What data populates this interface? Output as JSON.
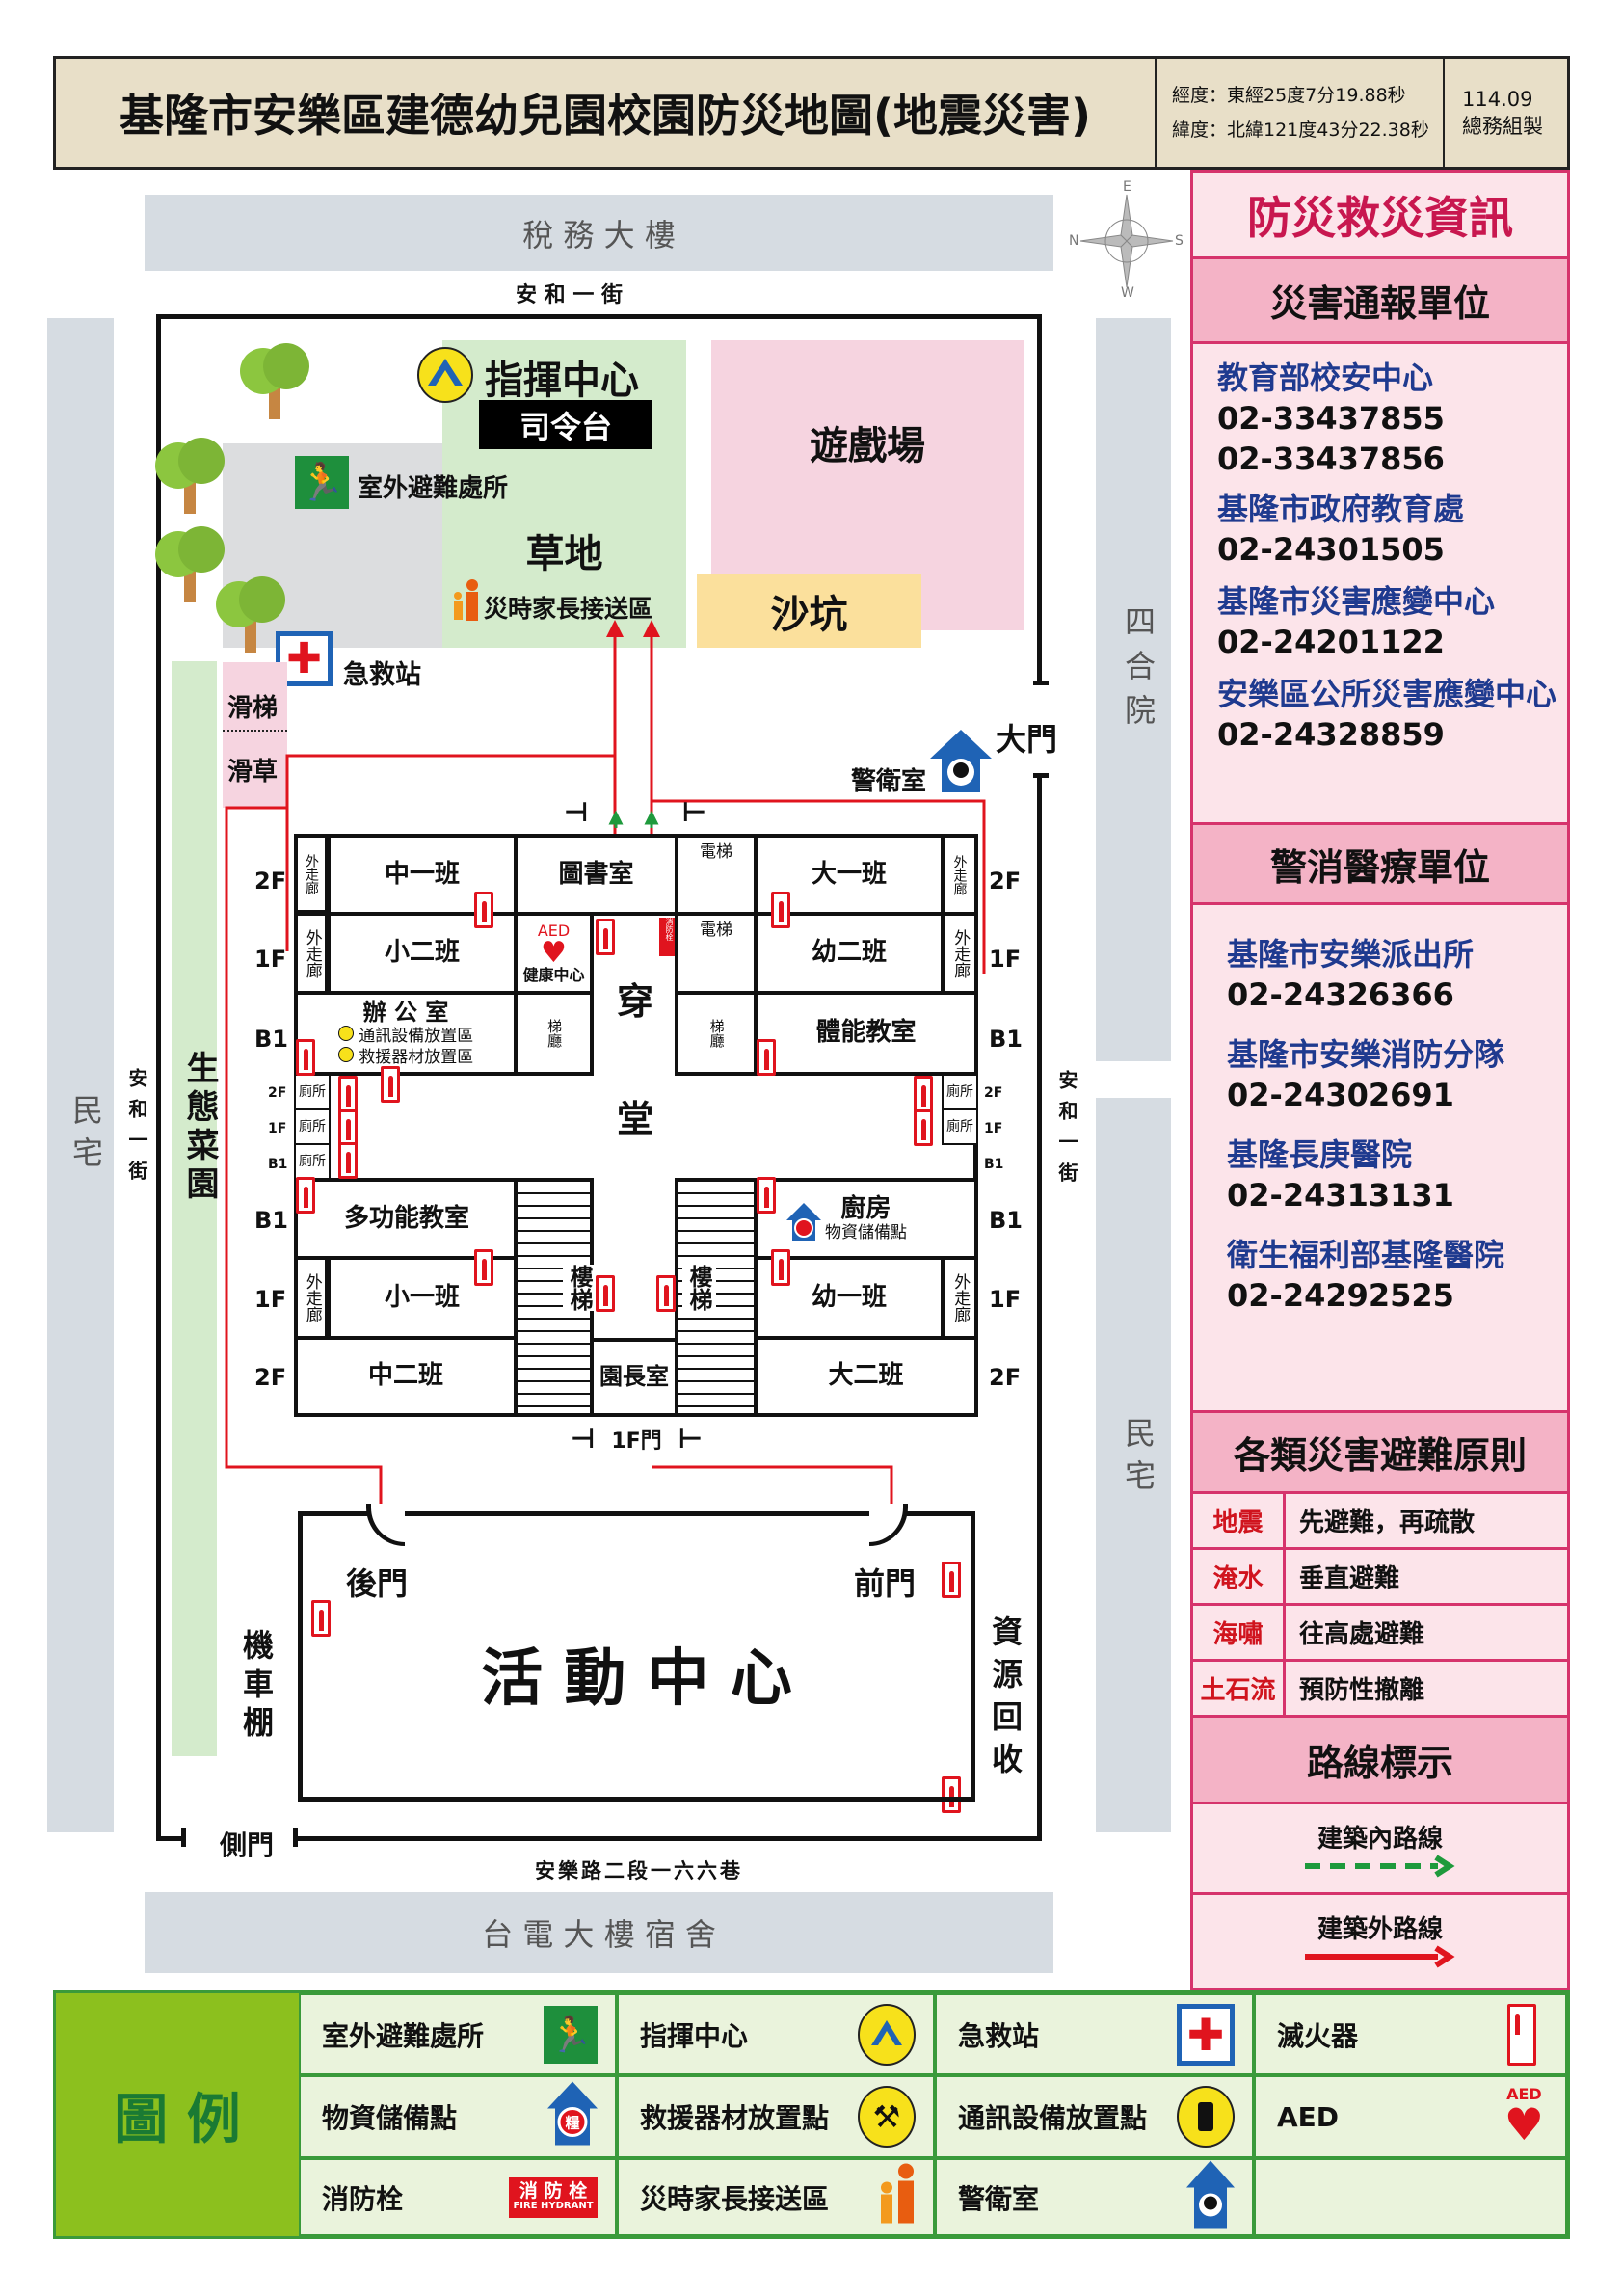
{
  "header": {
    "title": "基隆市安樂區建德幼兒園校園防災地圖(地震災害)",
    "longitude": "經度：東經25度7分19.88秒",
    "latitude": "緯度：北緯121度43分22.38秒",
    "date": "114.09",
    "maker": "總務組製"
  },
  "map": {
    "compass": {
      "n": "N",
      "e": "E",
      "s": "S",
      "w": "W"
    },
    "surroundings": {
      "top_building": "稅 務 大 樓",
      "top_street": "安 和 一 街",
      "left_residence": "民宅",
      "left_street": "安和一街",
      "right_courtyard": "四合院",
      "right_street": "安和一街",
      "right_residence": "民宅",
      "bottom_building": "台 電 大 樓 宿 舍",
      "bottom_street": "安樂路二段一六六巷"
    },
    "outdoor": {
      "command_center": "指揮中心",
      "command_icon_text": "指揮中心",
      "stage": "司令台",
      "outdoor_shelter": "室外避難處所",
      "lawn": "草地",
      "pickup_area": "災時家長接送區",
      "playground": "遊戲場",
      "sandpit": "沙坑",
      "first_aid": "急救站",
      "slide": "滑梯",
      "grass_slide": "滑草",
      "garden": "生態菜園",
      "main_gate": "大門",
      "guard_room": "警衛室",
      "side_gate": "側門",
      "gate_1f": "1F門",
      "motorcycle_shed": "機車棚",
      "recycling": "資源回收"
    },
    "building": {
      "rooms": {
        "mid1": "中一班",
        "library": "圖書室",
        "elevator": "電梯",
        "big1": "大一班",
        "small2": "小二班",
        "aed_label": "AED",
        "health": "健康中心",
        "young2": "幼二班",
        "office": "辦 公 室",
        "comm_area": "通訊設備放置區",
        "rescue_area": "救援器材放置區",
        "stair_hall": "梯廳",
        "gym": "體能教室",
        "toilet": "廁所",
        "multi": "多功能教室",
        "kitchen": "廚房",
        "supply": "物資儲備點",
        "small1": "小一班",
        "young1": "幼一班",
        "mid2": "中二班",
        "principal": "園長室",
        "big2": "大二班",
        "stairs": "樓梯",
        "corridor": "外走廊",
        "hall_1": "穿",
        "hall_2": "堂",
        "hydrant": "消防栓"
      },
      "floors_left": [
        "2F",
        "1F",
        "B1",
        "2F",
        "1F",
        "B1",
        "B1",
        "1F",
        "2F"
      ],
      "floors_right": [
        "2F",
        "1F",
        "B1",
        "2F",
        "1F",
        "B1",
        "B1",
        "1F",
        "2F"
      ]
    },
    "activity": {
      "name": "活 動 中 心",
      "back_door": "後門",
      "front_door": "前門"
    }
  },
  "panel": {
    "title": "防災救災資訊",
    "report_title": "災害通報單位",
    "report_units": [
      {
        "name": "教育部校安中心",
        "phones": [
          "02-33437855",
          "02-33437856"
        ]
      },
      {
        "name": "基隆市政府教育處",
        "phones": [
          "02-24301505"
        ]
      },
      {
        "name": "基隆市災害應變中心",
        "phones": [
          "02-24201122"
        ]
      },
      {
        "name": "安樂區公所災害應變中心",
        "phones": [
          "02-24328859"
        ]
      }
    ],
    "emergency_title": "警消醫療單位",
    "emergency_units": [
      {
        "name": "基隆市安樂派出所",
        "phone": "02-24326366"
      },
      {
        "name": "基隆市安樂消防分隊",
        "phone": "02-24302691"
      },
      {
        "name": "基隆長庚醫院",
        "phone": "02-24313131"
      },
      {
        "name": "衛生福利部基隆醫院",
        "phone": "02-24292525"
      }
    ],
    "principles_title": "各類災害避難原則",
    "principles": [
      {
        "hazard": "地震",
        "action": "先避難，再疏散"
      },
      {
        "hazard": "淹水",
        "action": "垂直避難"
      },
      {
        "hazard": "海嘯",
        "action": "往高處避難"
      },
      {
        "hazard": "土石流",
        "action": "預防性撤離"
      }
    ],
    "routes_title": "路線標示",
    "route_inside": "建築內路線",
    "route_outside": "建築外路線",
    "route_inside_color": "#1e9a3c",
    "route_outside_color": "#e0141e"
  },
  "legend": {
    "title": "圖 例",
    "items": [
      {
        "label": "室外避難處所",
        "icon": "running-man-icon"
      },
      {
        "label": "指揮中心",
        "icon": "command-center-icon"
      },
      {
        "label": "急救站",
        "icon": "first-aid-icon"
      },
      {
        "label": "滅火器",
        "icon": "extinguisher-icon"
      },
      {
        "label": "物資儲備點",
        "icon": "supply-icon"
      },
      {
        "label": "救援器材放置點",
        "icon": "tools-icon"
      },
      {
        "label": "通訊設備放置點",
        "icon": "radio-icon"
      },
      {
        "label": "AED",
        "icon": "aed-icon"
      },
      {
        "label": "消防栓",
        "icon": "fire-hydrant-icon"
      },
      {
        "label": "災時家長接送區",
        "icon": "family-icon"
      },
      {
        "label": "警衛室",
        "icon": "guard-icon"
      }
    ],
    "hydrant_cn": "消 防 栓",
    "hydrant_en": "FIRE HYDRANT",
    "supply_char": "糧",
    "aed_text": "AED"
  }
}
